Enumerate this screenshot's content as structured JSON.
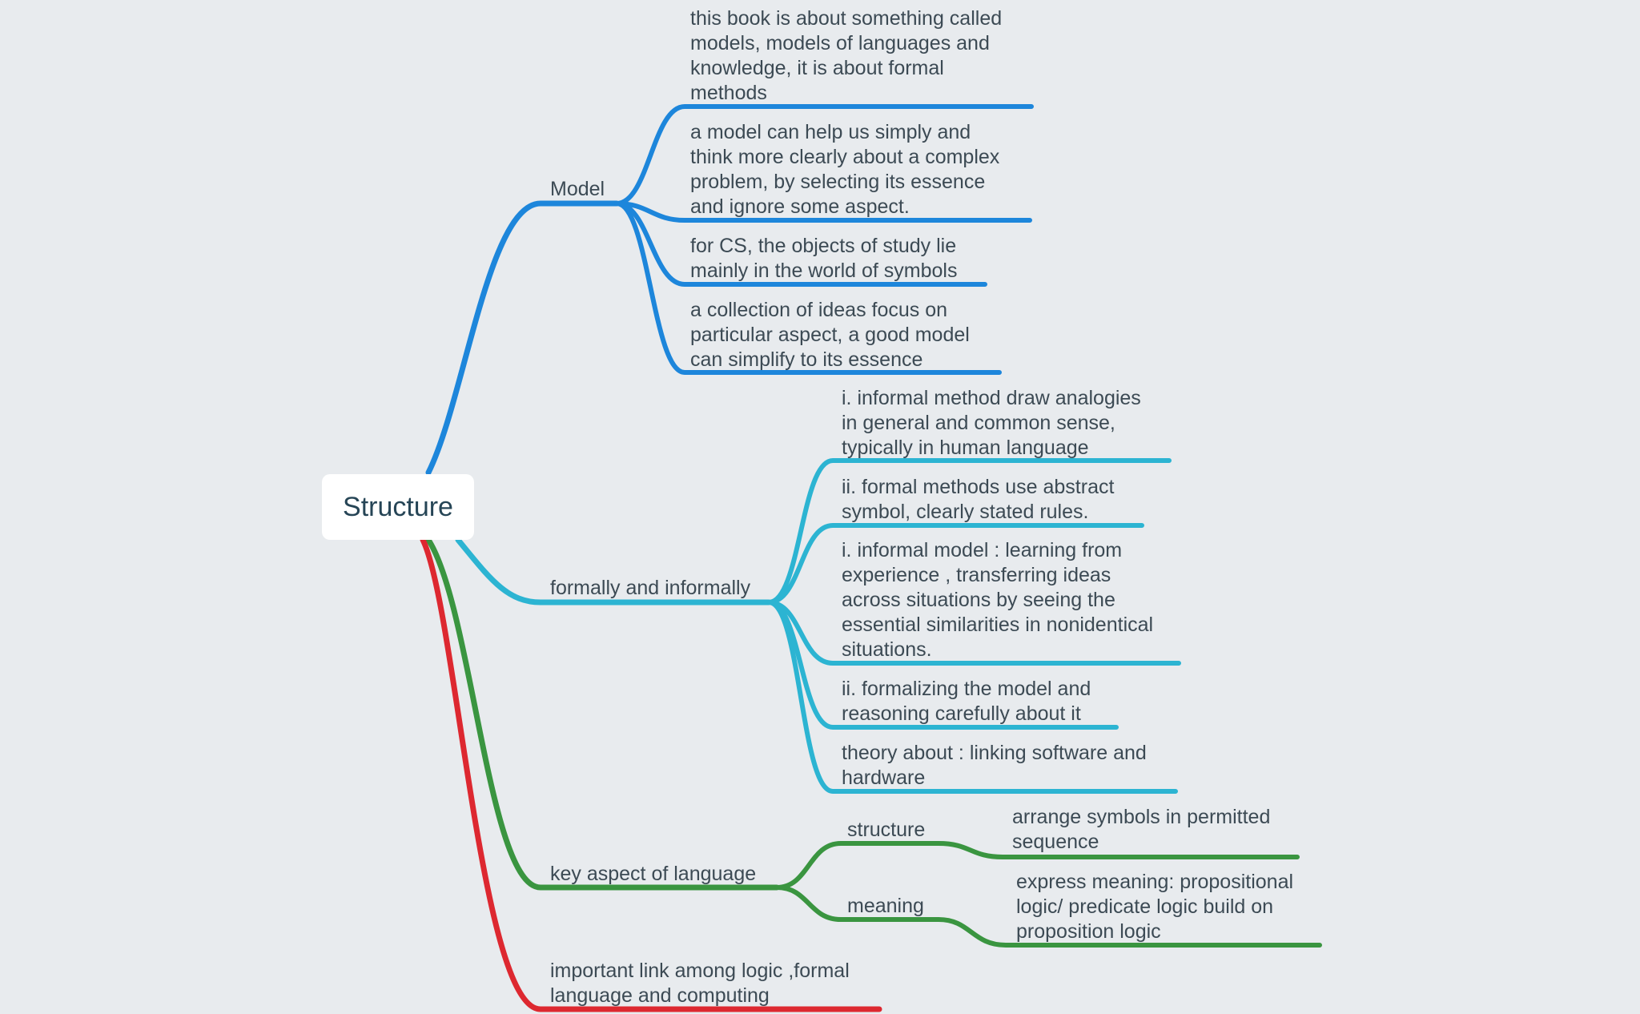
{
  "colors": {
    "background": "#e8ebee",
    "model": "#1d86db",
    "formally": "#2cb4d2",
    "key_aspect": "#3a9540",
    "important_link": "#dd2830",
    "text": "#3c4a54",
    "root_text": "#264556"
  },
  "root": {
    "label": "Structure"
  },
  "branches": {
    "model": {
      "label": "Model",
      "children": [
        "this book is about something called\nmodels, models of languages and\nknowledge, it is about formal\nmethods",
        "a model can help us simply and\nthink more clearly about a complex\nproblem, by selecting its essence\nand ignore some aspect.",
        "for CS, the objects of study lie\nmainly in the world of symbols",
        "a collection of ideas focus on\nparticular aspect, a good model\ncan simplify to its essence"
      ]
    },
    "formally": {
      "label": "formally and informally",
      "children": [
        "i. informal method draw analogies\nin general and common sense,\ntypically in human language",
        "ii. formal methods use abstract\nsymbol, clearly stated rules.",
        "i. informal model : learning from\nexperience , transferring ideas\nacross situations by seeing the\nessential similarities in nonidentical\nsituations.",
        "ii. formalizing the model and\nreasoning carefully about it",
        "theory about : linking software and\nhardware"
      ]
    },
    "key_aspect": {
      "label": "key aspect of language",
      "children": [
        {
          "label": "structure",
          "detail": "arrange symbols in permitted\nsequence"
        },
        {
          "label": "meaning",
          "detail": "express meaning: propositional\nlogic/ predicate logic build on\nproposition logic"
        }
      ]
    },
    "important_link": {
      "label": "important link among logic ,formal\nlanguage and computing"
    }
  }
}
